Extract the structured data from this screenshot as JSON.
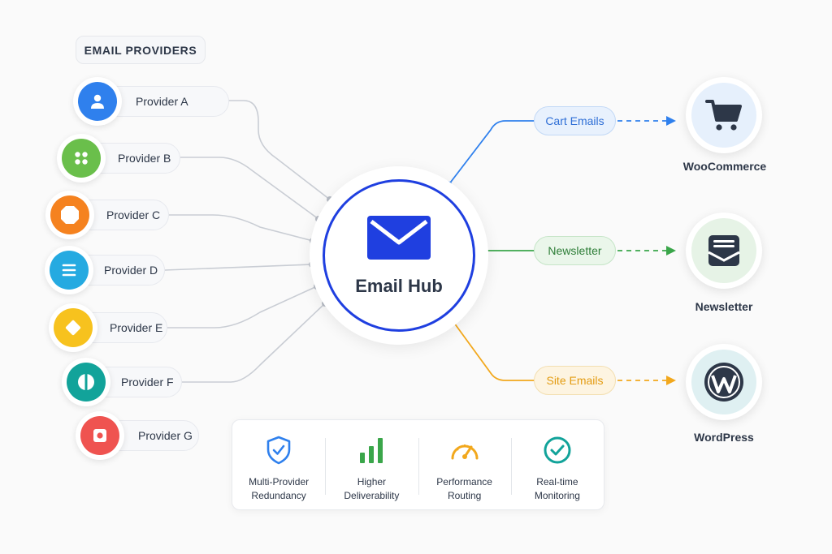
{
  "section_title": "EMAIL PROVIDERS",
  "providers": [
    {
      "label": "Provider A",
      "color": "#2f80ed",
      "icon": "person-icon"
    },
    {
      "label": "Provider B",
      "color": "#6abf4b",
      "icon": "four-dots-icon"
    },
    {
      "label": "Provider C",
      "color": "#f5821f",
      "icon": "octagon-icon"
    },
    {
      "label": "Provider D",
      "color": "#25aae1",
      "icon": "lines-icon"
    },
    {
      "label": "Provider E",
      "color": "#f7c21e",
      "icon": "diamond-icon"
    },
    {
      "label": "Provider F",
      "color": "#12a39a",
      "icon": "split-circle-icon"
    },
    {
      "label": "Provider G",
      "color": "#ef5350",
      "icon": "square-target-icon"
    }
  ],
  "hub": {
    "label": "Email Hub",
    "color": "#1f3fe0",
    "icon": "envelope-icon"
  },
  "routes": [
    {
      "label": "Cart Emails",
      "color": "#2f80ed",
      "dest": "WooCommerce",
      "icon": "cart-icon"
    },
    {
      "label": "Newsletter",
      "color": "#3aa64a",
      "dest": "Newsletter",
      "icon": "newsletter-icon"
    },
    {
      "label": "Site Emails",
      "color": "#f2a81d",
      "dest": "WordPress",
      "icon": "wordpress-icon"
    }
  ],
  "features": [
    {
      "line1": "Multi-Provider",
      "line2": "Redundancy",
      "icon": "shield-check-icon",
      "color": "#2f80ed"
    },
    {
      "line1": "Higher",
      "line2": "Deliverability",
      "icon": "bar-chart-icon",
      "color": "#3aa64a"
    },
    {
      "line1": "Performance",
      "line2": "Routing",
      "icon": "speedometer-icon",
      "color": "#f2a81d"
    },
    {
      "line1": "Real-time",
      "line2": "Monitoring",
      "icon": "check-circle-icon",
      "color": "#12a39a"
    }
  ]
}
